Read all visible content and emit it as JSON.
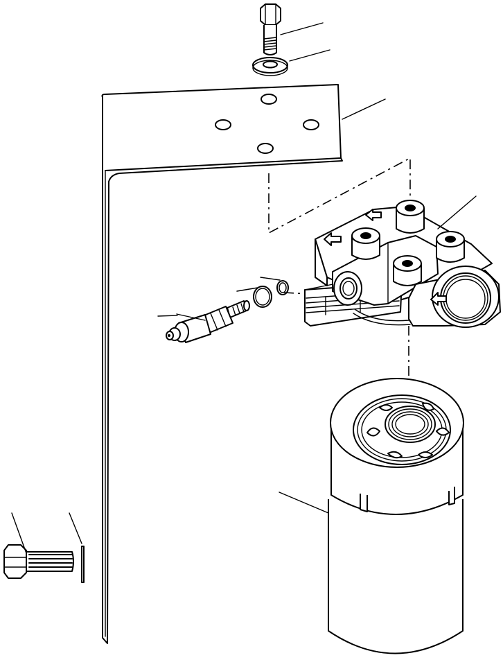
{
  "figure": {
    "parts": [
      "bolt-top",
      "washer-top",
      "mounting-bracket",
      "filter-head",
      "pressure-switch",
      "o-ring-large",
      "o-ring-small",
      "filter-cartridge",
      "bolt-side",
      "washer-side"
    ]
  },
  "colors": {
    "line": "#000000",
    "background": "#ffffff"
  }
}
